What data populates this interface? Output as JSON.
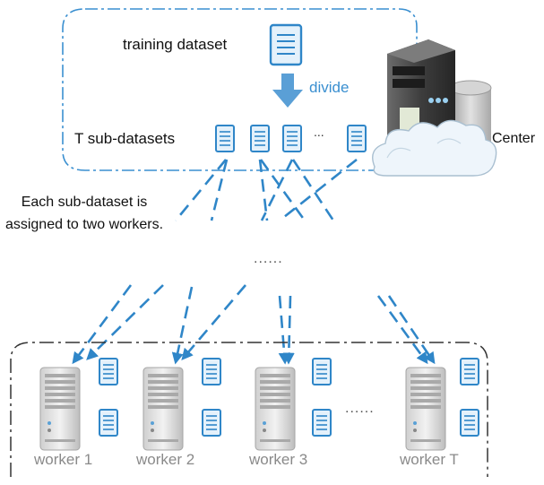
{
  "training_label": "training dataset",
  "divide_label": "divide",
  "subdatasets_label": "T sub-datasets",
  "center_label": "Center",
  "assignment_note": "Each sub-dataset is assigned to two workers.",
  "ellipsis_middle": "......",
  "ellipsis_subdatasets": "...",
  "ellipsis_workers": "......",
  "workers": [
    {
      "label": "worker 1"
    },
    {
      "label": "worker 2"
    },
    {
      "label": "worker 3"
    },
    {
      "label": "worker T"
    }
  ],
  "colors": {
    "accent_blue": "#2f86c8",
    "icon_fill": "#e4f1fb",
    "border_dash": "#3a8fd0",
    "server_gray": "#b9b9b9"
  }
}
